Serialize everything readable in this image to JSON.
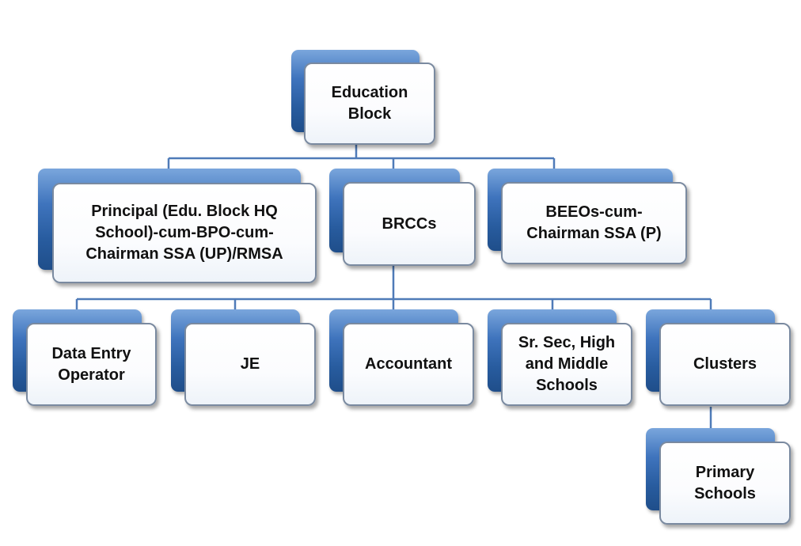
{
  "diagram": {
    "root": {
      "label": "Education\nBlock"
    },
    "level1": [
      {
        "label": "Principal (Edu. Block HQ\nSchool)-cum-BPO-cum-\nChairman SSA (UP)/RMSA"
      },
      {
        "label": "BRCCs"
      },
      {
        "label": "BEEOs-cum-\nChairman SSA (P)"
      }
    ],
    "level2": [
      {
        "label": "Data Entry\nOperator"
      },
      {
        "label": "JE"
      },
      {
        "label": "Accountant"
      },
      {
        "label": "Sr. Sec, High\nand Middle\nSchools"
      },
      {
        "label": "Clusters"
      }
    ],
    "level3": [
      {
        "label": "Primary\nSchools"
      }
    ],
    "colors": {
      "connector": "#4f7bb8",
      "back_card": "#2f63a8",
      "front_border": "#7a8aa0",
      "text": "#111111"
    }
  }
}
